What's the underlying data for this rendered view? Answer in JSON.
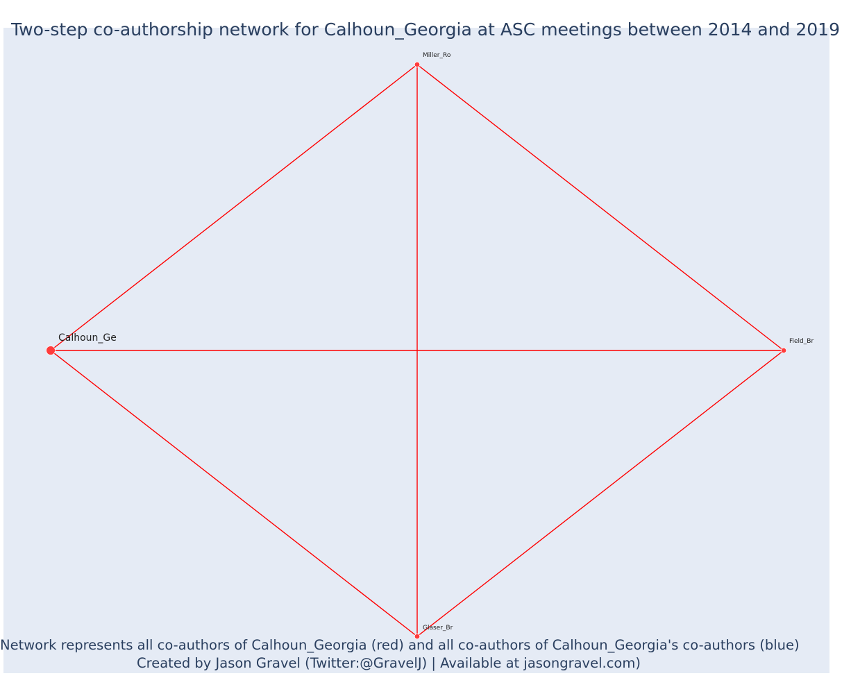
{
  "title": "Two-step co-authorship network for Calhoun_Georgia at ASC meetings between 2014 and 2019",
  "caption": {
    "line1": "Network represents all co-authors of Calhoun_Georgia (red) and all co-authors of Calhoun_Georgia's co-authors (blue)",
    "line2": "Created by Jason Gravel (Twitter:@GravelJ) | Available at jasongravel.com)"
  },
  "colors": {
    "plot_background": "#e5ebf5",
    "edge": "#ff0000",
    "node": "#ff3b3b",
    "title_text": "#2a3f5f",
    "label_text": "#222222"
  },
  "network": {
    "nodes": [
      {
        "id": "Calhoun_Ge",
        "label": "Calhoun_Ge",
        "role": "focal"
      },
      {
        "id": "Miller_Ro",
        "label": "Miller_Ro",
        "role": "co-author"
      },
      {
        "id": "Field_Br",
        "label": "Field_Br",
        "role": "co-author"
      },
      {
        "id": "Glaser_Br",
        "label": "Glaser_Br",
        "role": "co-author"
      }
    ],
    "edges": [
      {
        "source": "Calhoun_Ge",
        "target": "Miller_Ro"
      },
      {
        "source": "Calhoun_Ge",
        "target": "Field_Br"
      },
      {
        "source": "Calhoun_Ge",
        "target": "Glaser_Br"
      },
      {
        "source": "Miller_Ro",
        "target": "Field_Br"
      },
      {
        "source": "Miller_Ro",
        "target": "Glaser_Br"
      },
      {
        "source": "Field_Br",
        "target": "Glaser_Br"
      }
    ]
  }
}
